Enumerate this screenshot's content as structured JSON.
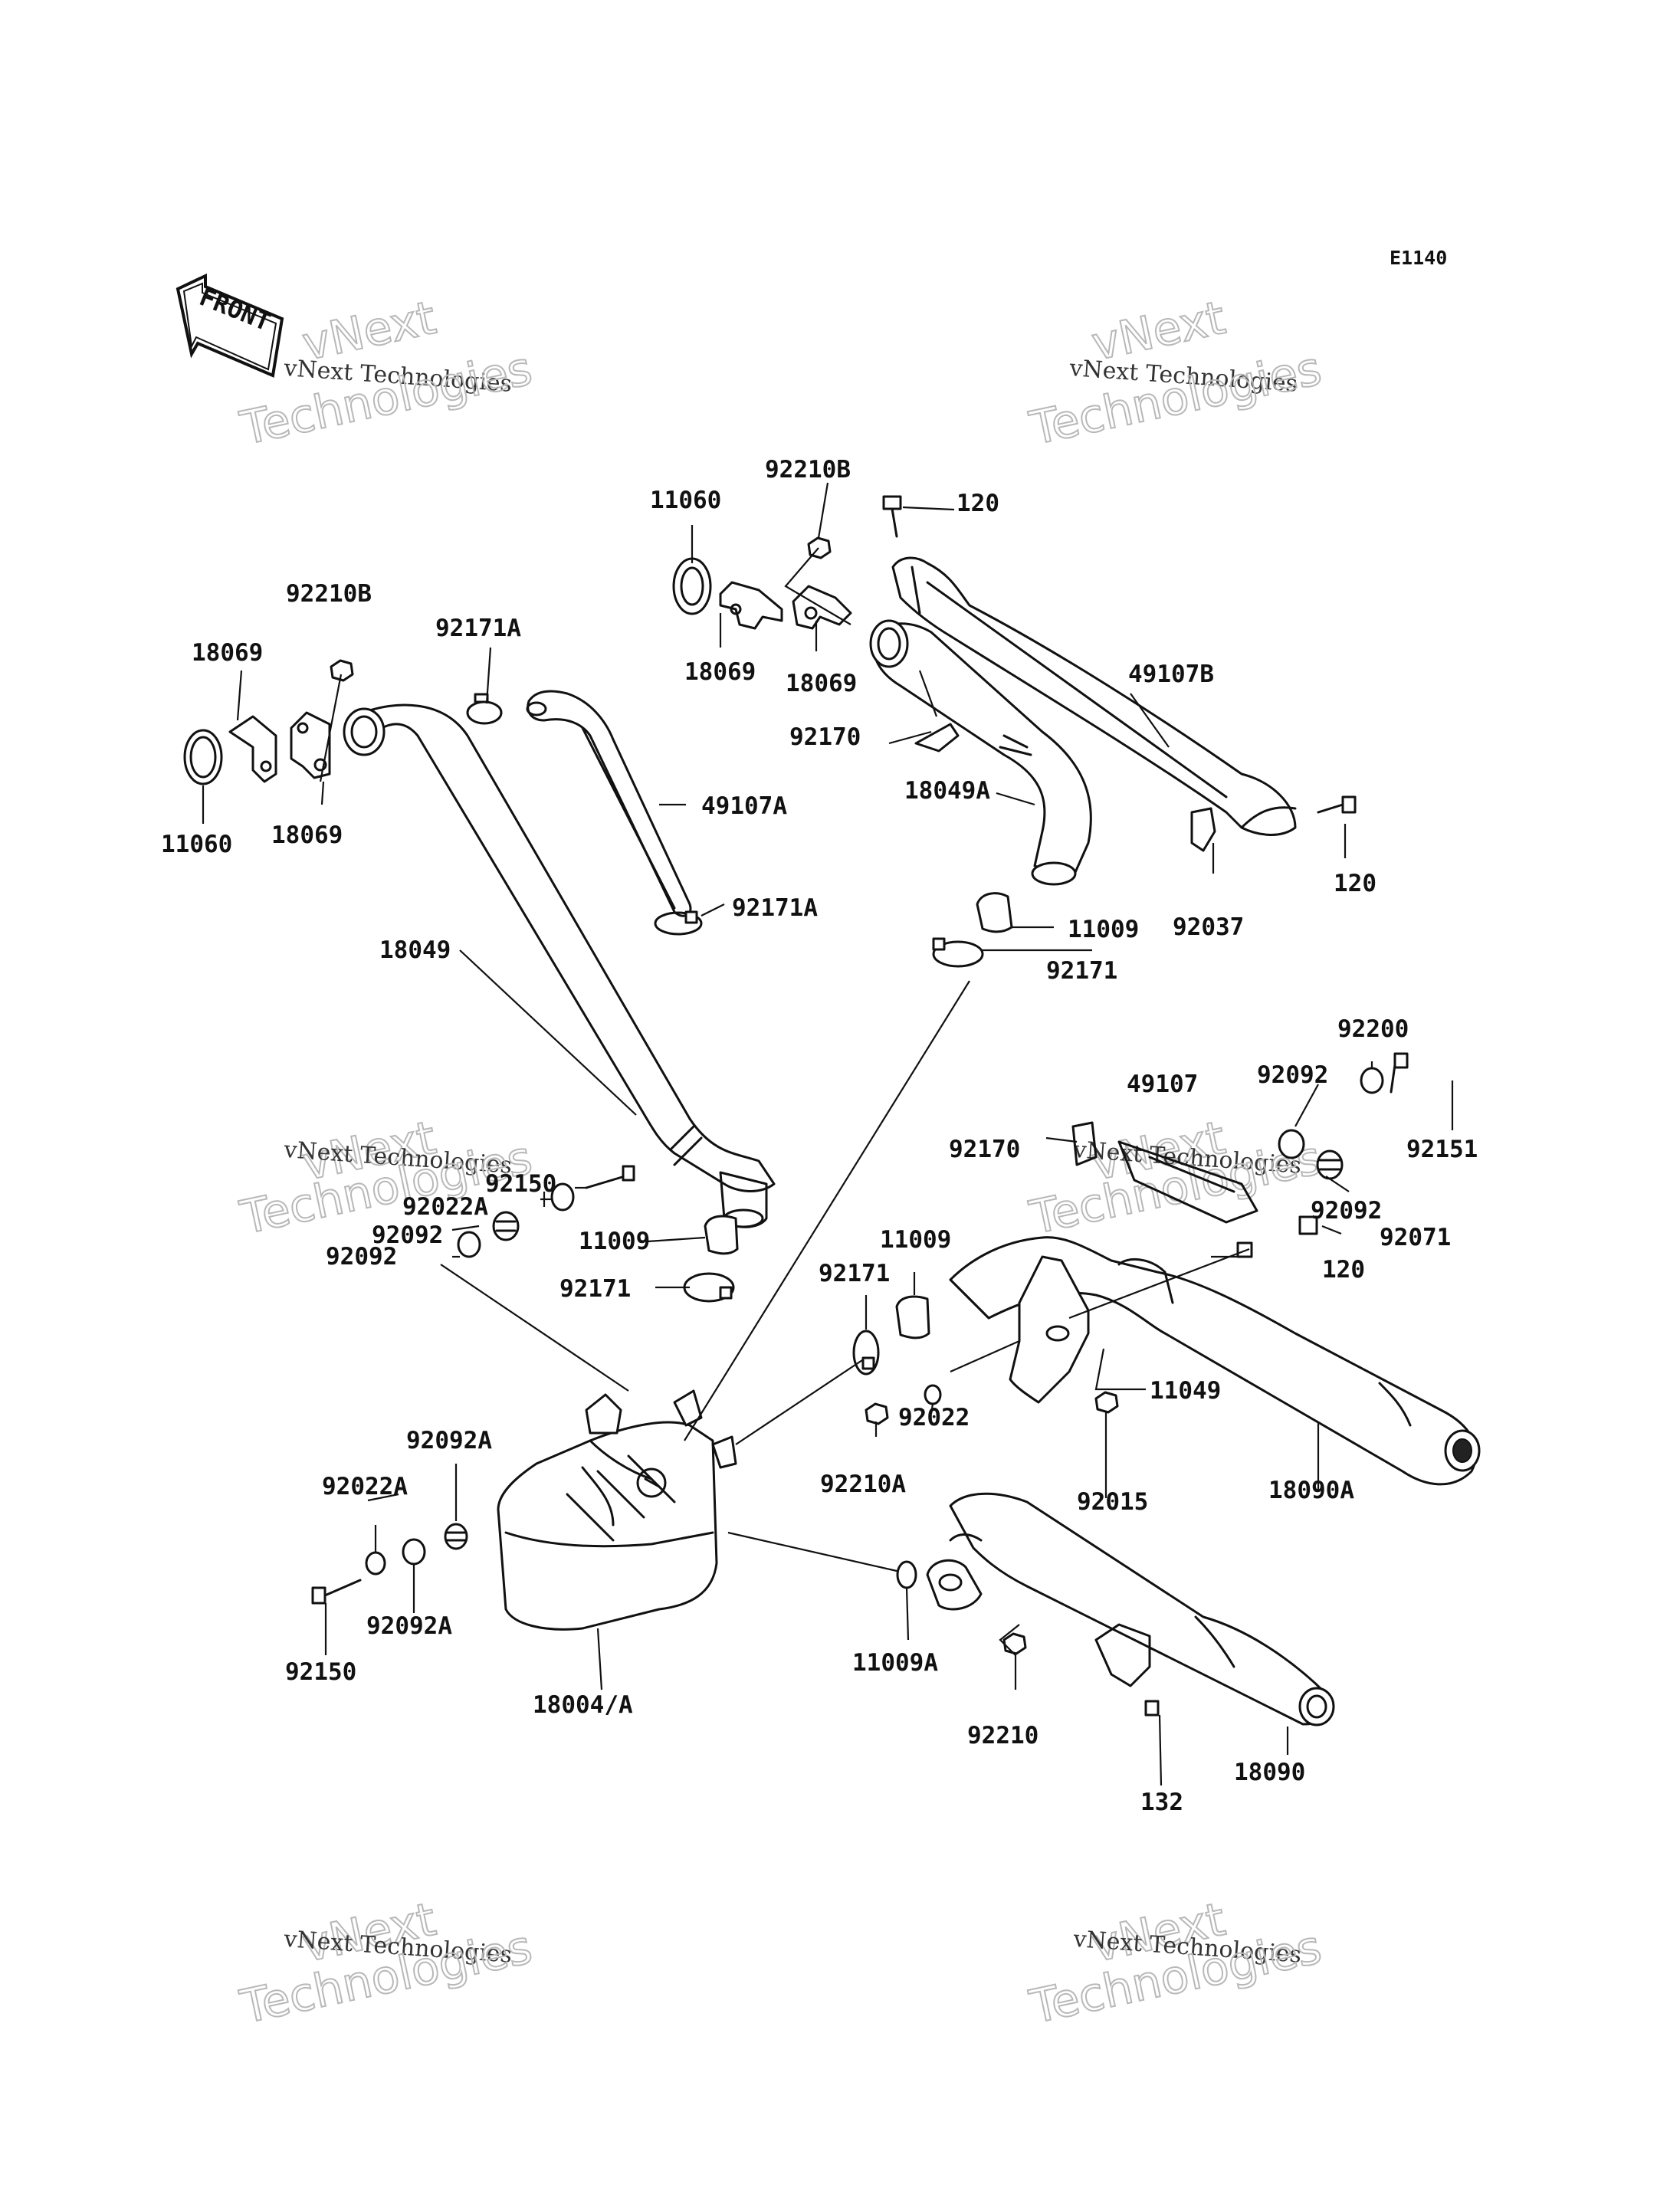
{
  "diagram_code": "E1140",
  "front_label": "FRONT",
  "watermark": {
    "line1": "vNext",
    "line2": "vNext Technologies",
    "line3": "Technologies"
  },
  "labels": [
    {
      "id": "l1",
      "text": "11060"
    },
    {
      "id": "l2",
      "text": "92210B"
    },
    {
      "id": "l3",
      "text": "120"
    },
    {
      "id": "l4",
      "text": "92210B"
    },
    {
      "id": "l5",
      "text": "92171A"
    },
    {
      "id": "l6",
      "text": "18069"
    },
    {
      "id": "l7",
      "text": "18069"
    },
    {
      "id": "l8",
      "text": "18069"
    },
    {
      "id": "l9",
      "text": "49107B"
    },
    {
      "id": "l10",
      "text": "92170"
    },
    {
      "id": "l11",
      "text": "18049A"
    },
    {
      "id": "l12",
      "text": "11060"
    },
    {
      "id": "l13",
      "text": "18069"
    },
    {
      "id": "l14",
      "text": "49107A"
    },
    {
      "id": "l15",
      "text": "92171A"
    },
    {
      "id": "l16",
      "text": "120"
    },
    {
      "id": "l17",
      "text": "92037"
    },
    {
      "id": "l18",
      "text": "11009"
    },
    {
      "id": "l19",
      "text": "18049"
    },
    {
      "id": "l20",
      "text": "92171"
    },
    {
      "id": "l21",
      "text": "92200"
    },
    {
      "id": "l22",
      "text": "49107"
    },
    {
      "id": "l23",
      "text": "92092"
    },
    {
      "id": "l24",
      "text": "92170"
    },
    {
      "id": "l25",
      "text": "92151"
    },
    {
      "id": "l26",
      "text": "92150"
    },
    {
      "id": "l27",
      "text": "92022A"
    },
    {
      "id": "l28",
      "text": "92092"
    },
    {
      "id": "l29",
      "text": "92092"
    },
    {
      "id": "l30",
      "text": "92071"
    },
    {
      "id": "l31",
      "text": "92092"
    },
    {
      "id": "l32",
      "text": "11009"
    },
    {
      "id": "l33",
      "text": "11009"
    },
    {
      "id": "l34",
      "text": "120"
    },
    {
      "id": "l35",
      "text": "92092"
    },
    {
      "id": "l36",
      "text": "92171"
    },
    {
      "id": "l37",
      "text": "92171"
    },
    {
      "id": "l38",
      "text": "11049"
    },
    {
      "id": "l39",
      "text": "92092A"
    },
    {
      "id": "l40",
      "text": "92022"
    },
    {
      "id": "l41",
      "text": "92022A"
    },
    {
      "id": "l42",
      "text": "92210A"
    },
    {
      "id": "l43",
      "text": "92015"
    },
    {
      "id": "l44",
      "text": "18090A"
    },
    {
      "id": "l45",
      "text": "92092A"
    },
    {
      "id": "l46",
      "text": "92150"
    },
    {
      "id": "l47",
      "text": "18004/A"
    },
    {
      "id": "l48",
      "text": "11009A"
    },
    {
      "id": "l49",
      "text": "92210"
    },
    {
      "id": "l50",
      "text": "18090"
    },
    {
      "id": "l51",
      "text": "132"
    }
  ]
}
